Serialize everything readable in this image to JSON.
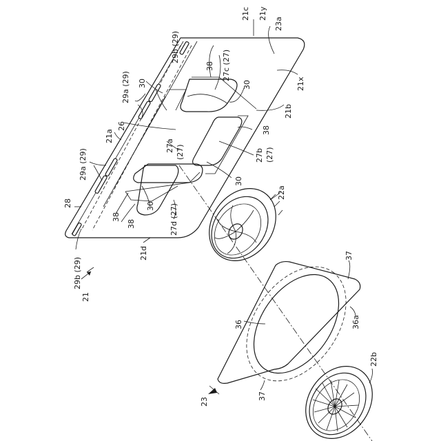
{
  "figure": {
    "labels": {
      "l_21c": "21c",
      "l_21y": "21y",
      "l_23a": "23a",
      "l_29b_top": "29b (29)",
      "l_38_a": "38",
      "l_27c": "27c (27)",
      "l_21x": "21x",
      "l_30_a": "30",
      "l_30_b": "30",
      "l_29a_top": "29a (29)",
      "l_21b": "21b",
      "l_26": "26",
      "l_38_b": "38",
      "l_21a": "21a",
      "l_27a": "27a",
      "l_27a_p": "(27)",
      "l_27b": "27b",
      "l_27b_p": "(27)",
      "l_29a_left": "29a (29)",
      "l_30_c": "30",
      "l_22a": "22a",
      "l_28": "28",
      "l_38_c": "38",
      "l_38_d": "38",
      "l_30_d": "30",
      "l_27d": "27d (27)",
      "l_29b_bot": "29b (29)",
      "l_21d": "21d",
      "l_21": "21",
      "l_37_a": "37",
      "l_36": "36",
      "l_36a": "36a",
      "l_23": "23",
      "l_37_b": "37",
      "l_22b": "22b"
    }
  }
}
